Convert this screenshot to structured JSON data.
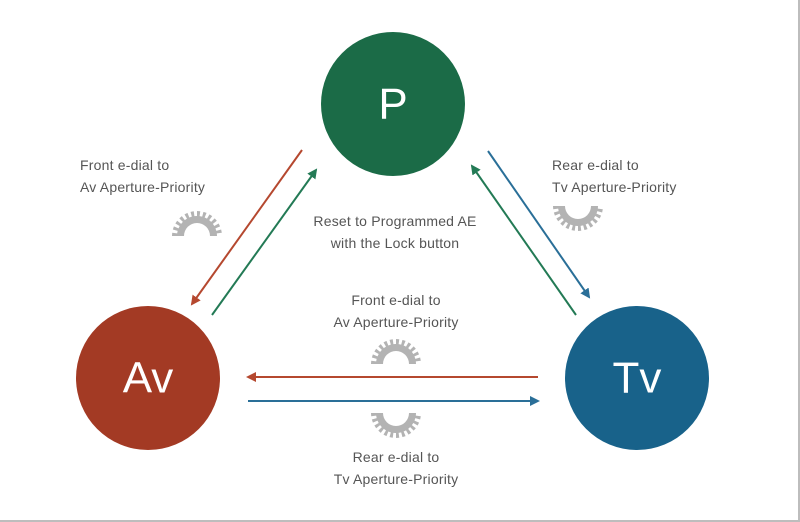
{
  "colors": {
    "program": "#1b6b47",
    "aperture": "#a33a24",
    "shutter": "#18628a",
    "gear": "#b3b3b3",
    "text": "#555555",
    "arrow_red": "#b5482f",
    "arrow_green": "#237a55",
    "arrow_blue": "#2a6f98"
  },
  "nodes": {
    "program": {
      "label": "P"
    },
    "aperture": {
      "label": "Av"
    },
    "shutter": {
      "label": "Tv"
    }
  },
  "labels": {
    "left_top": {
      "line1": "Front e-dial to",
      "line2": "Av Aperture-Priority"
    },
    "right_top": {
      "line1": "Rear e-dial to",
      "line2": "Tv Aperture-Priority"
    },
    "center_reset": {
      "line1": "Reset to Programmed AE",
      "line2": "with the Lock button"
    },
    "middle_front": {
      "line1": "Front e-dial to",
      "line2": "Av Aperture-Priority"
    },
    "bottom_rear": {
      "line1": "Rear e-dial to",
      "line2": "Tv Aperture-Priority"
    }
  },
  "icons": {
    "front_dial": "gear-half-top-icon",
    "rear_dial": "gear-half-bottom-icon"
  }
}
